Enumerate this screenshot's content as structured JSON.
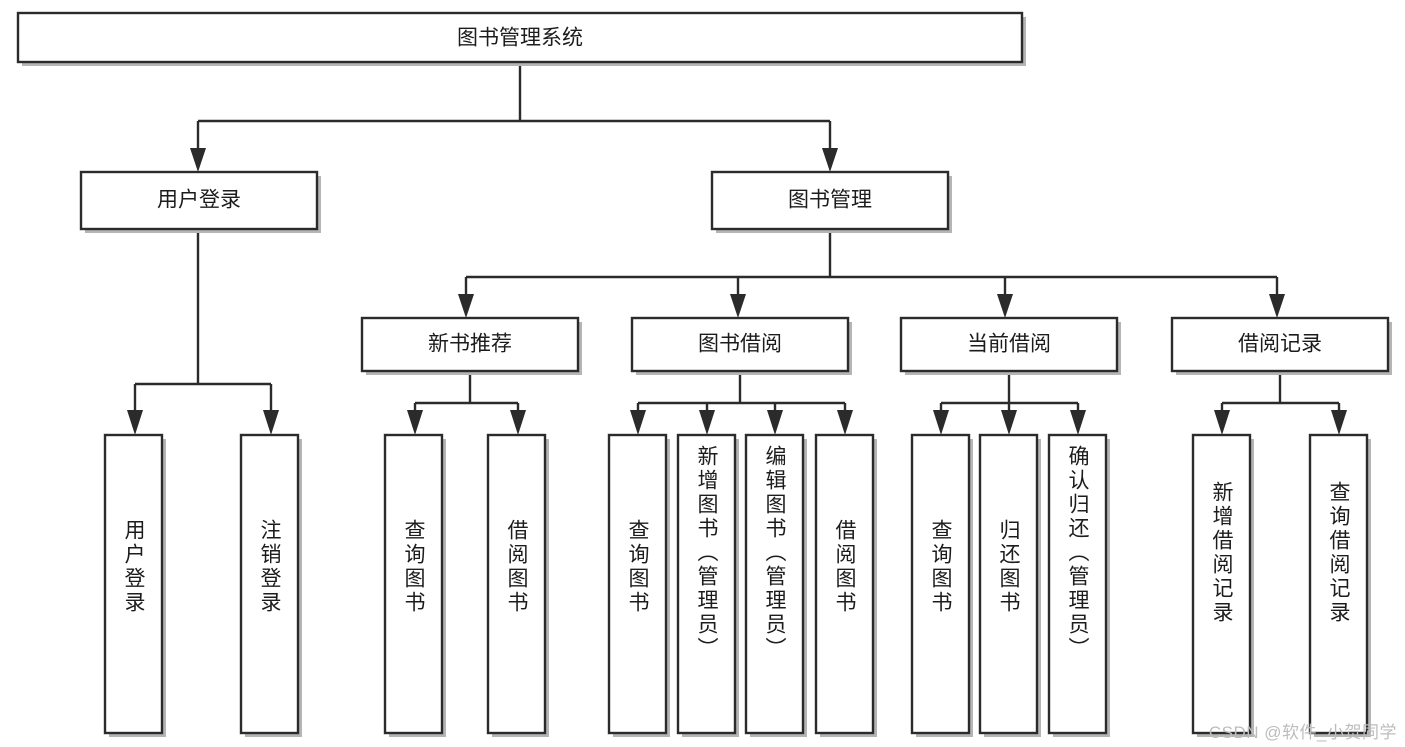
{
  "diagram": {
    "title": "图书管理系统",
    "type": "tree-hierarchy-chart",
    "root": {
      "label": "图书管理系统"
    },
    "level2": [
      {
        "label": "用户登录"
      },
      {
        "label": "图书管理"
      }
    ],
    "level3": [
      {
        "label": "新书推荐"
      },
      {
        "label": "图书借阅"
      },
      {
        "label": "当前借阅"
      },
      {
        "label": "借阅记录"
      }
    ],
    "leaves": {
      "user_login": [
        {
          "label": "用户登录"
        },
        {
          "label": "注销登录"
        }
      ],
      "new_book_recommend": [
        {
          "label": "查询图书"
        },
        {
          "label": "借阅图书"
        }
      ],
      "book_borrow": [
        {
          "label": "查询图书"
        },
        {
          "label": "新增图书（管理员）"
        },
        {
          "label": "编辑图书（管理员）"
        },
        {
          "label": "借阅图书"
        }
      ],
      "current_borrow": [
        {
          "label": "查询图书"
        },
        {
          "label": "归还图书"
        },
        {
          "label": "确认归还（管理员）"
        }
      ],
      "borrow_record": [
        {
          "label": "新增借阅记录"
        },
        {
          "label": "查询借阅记录"
        }
      ]
    }
  },
  "watermark": {
    "text": "CSDN @软件_小贺同学"
  },
  "colors": {
    "box_stroke": "#2b2b2b",
    "box_fill": "#ffffff",
    "connector": "#2b2b2b",
    "text": "#1c1c1c",
    "watermark": "#bdbdbd",
    "background": "#ffffff"
  }
}
